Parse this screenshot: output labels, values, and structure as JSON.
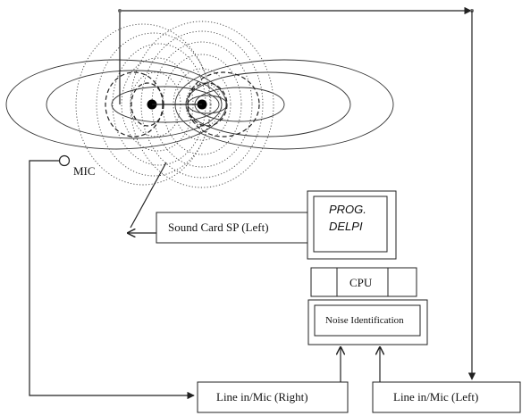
{
  "labels": {
    "mic": "MIC",
    "sound_card": "Sound Card SP (Left)",
    "prog_line1": "PROG.",
    "prog_line2": "DELPI",
    "cpu": "CPU",
    "noise": "Noise Identification",
    "line_right": "Line in/Mic (Right)",
    "line_left": "Line in/Mic (Left)"
  },
  "colors": {
    "ink": "#222222",
    "background": "#ffffff"
  }
}
